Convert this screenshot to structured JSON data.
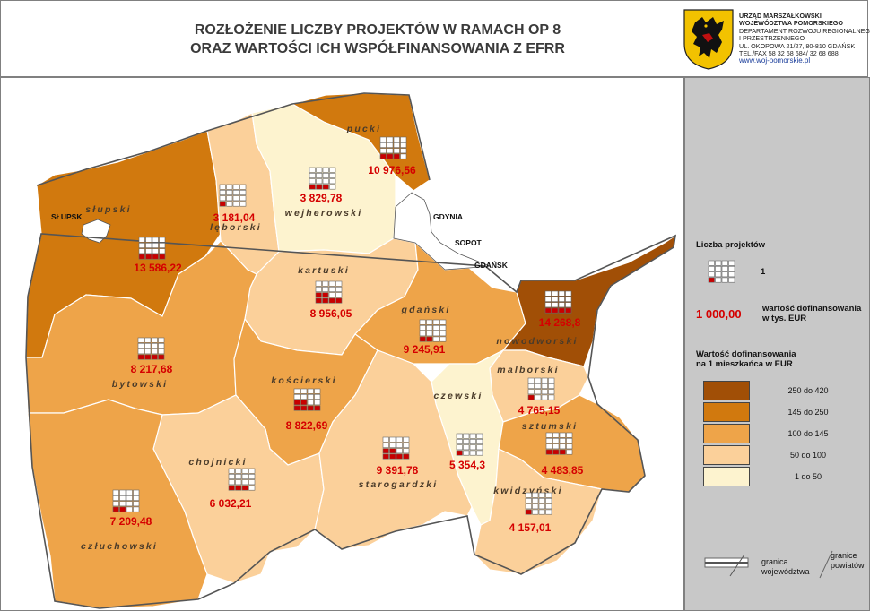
{
  "title_line1": "ROZŁOŻENIE LICZBY PROJEKTÓW W RAMACH OP 8",
  "title_line2": "ORAZ WARTOŚCI ICH WSPÓŁFINANSOWANIA Z EFRR",
  "office": {
    "line1": "URZĄD MARSZAŁKOWSKI",
    "line2": "WOJEWÓDZTWA POMORSKIEGO",
    "line3": "DEPARTAMENT ROZWOJU REGIONALNEGO",
    "line4": "I PRZESTRZENNEGO",
    "line5": "UL. OKOPOWA 21/27, 80-810 GDAŃSK",
    "line6": "TEL./FAX 58 32 68 684/ 32 68 688",
    "url": "www.woj-pomorskie.pl"
  },
  "colors": {
    "c1": "#fdf3cf",
    "c2": "#fbd09a",
    "c3": "#eea449",
    "c4": "#d1790e",
    "c5": "#a14f06",
    "value": "#d50000",
    "marker": "#c80000"
  },
  "counties": [
    {
      "name": "słupski",
      "value": "13 586,22",
      "projects": 4,
      "class": "c4"
    },
    {
      "name": "lęborski",
      "value": "3 181,04",
      "projects": 1,
      "class": "c2"
    },
    {
      "name": "wejherowski",
      "value": "3 829,78",
      "projects": 3,
      "class": "c1"
    },
    {
      "name": "pucki",
      "value": "10 976,56",
      "projects": 3,
      "class": "c4"
    },
    {
      "name": "kartuski",
      "value": "8 956,05",
      "projects": 6,
      "class": "c2"
    },
    {
      "name": "gdański",
      "value": "9 245,91",
      "projects": 2,
      "class": "c3"
    },
    {
      "name": "nowodworski",
      "value": "14 268,8",
      "projects": 4,
      "class": "c5"
    },
    {
      "name": "bytowski",
      "value": "8 217,68",
      "projects": 4,
      "class": "c3"
    },
    {
      "name": "kościerski",
      "value": "8 822,69",
      "projects": 6,
      "class": "c3"
    },
    {
      "name": "malborski",
      "value": "4 765,15",
      "projects": 1,
      "class": "c2"
    },
    {
      "name": "tczewski",
      "value": "5 354,3",
      "projects": 1,
      "class": "c1"
    },
    {
      "name": "sztumski",
      "value": "4 483,85",
      "projects": 3,
      "class": "c3"
    },
    {
      "name": "chojnicki",
      "value": "6 032,21",
      "projects": 3,
      "class": "c2"
    },
    {
      "name": "starogardzki",
      "value": "9 391,78",
      "projects": 6,
      "class": "c2"
    },
    {
      "name": "kwidzyński",
      "value": "4 157,01",
      "projects": 1,
      "class": "c2"
    },
    {
      "name": "człuchowski",
      "value": "7 209,48",
      "projects": 2,
      "class": "c3"
    }
  ],
  "cities": [
    "SŁUPSK",
    "GDYNIA",
    "SOPOT",
    "GDAŃSK"
  ],
  "county_label_tczewski_visible": "czewski",
  "legend": {
    "projects_heading": "Liczba projektów",
    "projects_example": "1",
    "value_example": "1 000,00",
    "value_desc_line1": "wartość dofinansowania",
    "value_desc_line2": "w tys. EUR",
    "per_capita_line1": "Wartość dofinansowania",
    "per_capita_line2": "na 1 mieszkańca w EUR",
    "classes": [
      {
        "label": "250 do 420",
        "color": "#a14f06"
      },
      {
        "label": "145 do 250",
        "color": "#d1790e"
      },
      {
        "label": "100 do 145",
        "color": "#eea449"
      },
      {
        "label": "50 do 100",
        "color": "#fbd09a"
      },
      {
        "label": "1 do 50",
        "color": "#fdf3cf"
      }
    ],
    "border_voiv_line1": "granica",
    "border_voiv_line2": "województwa",
    "border_pow_line1": "granice",
    "border_pow_line2": "powiatów"
  }
}
